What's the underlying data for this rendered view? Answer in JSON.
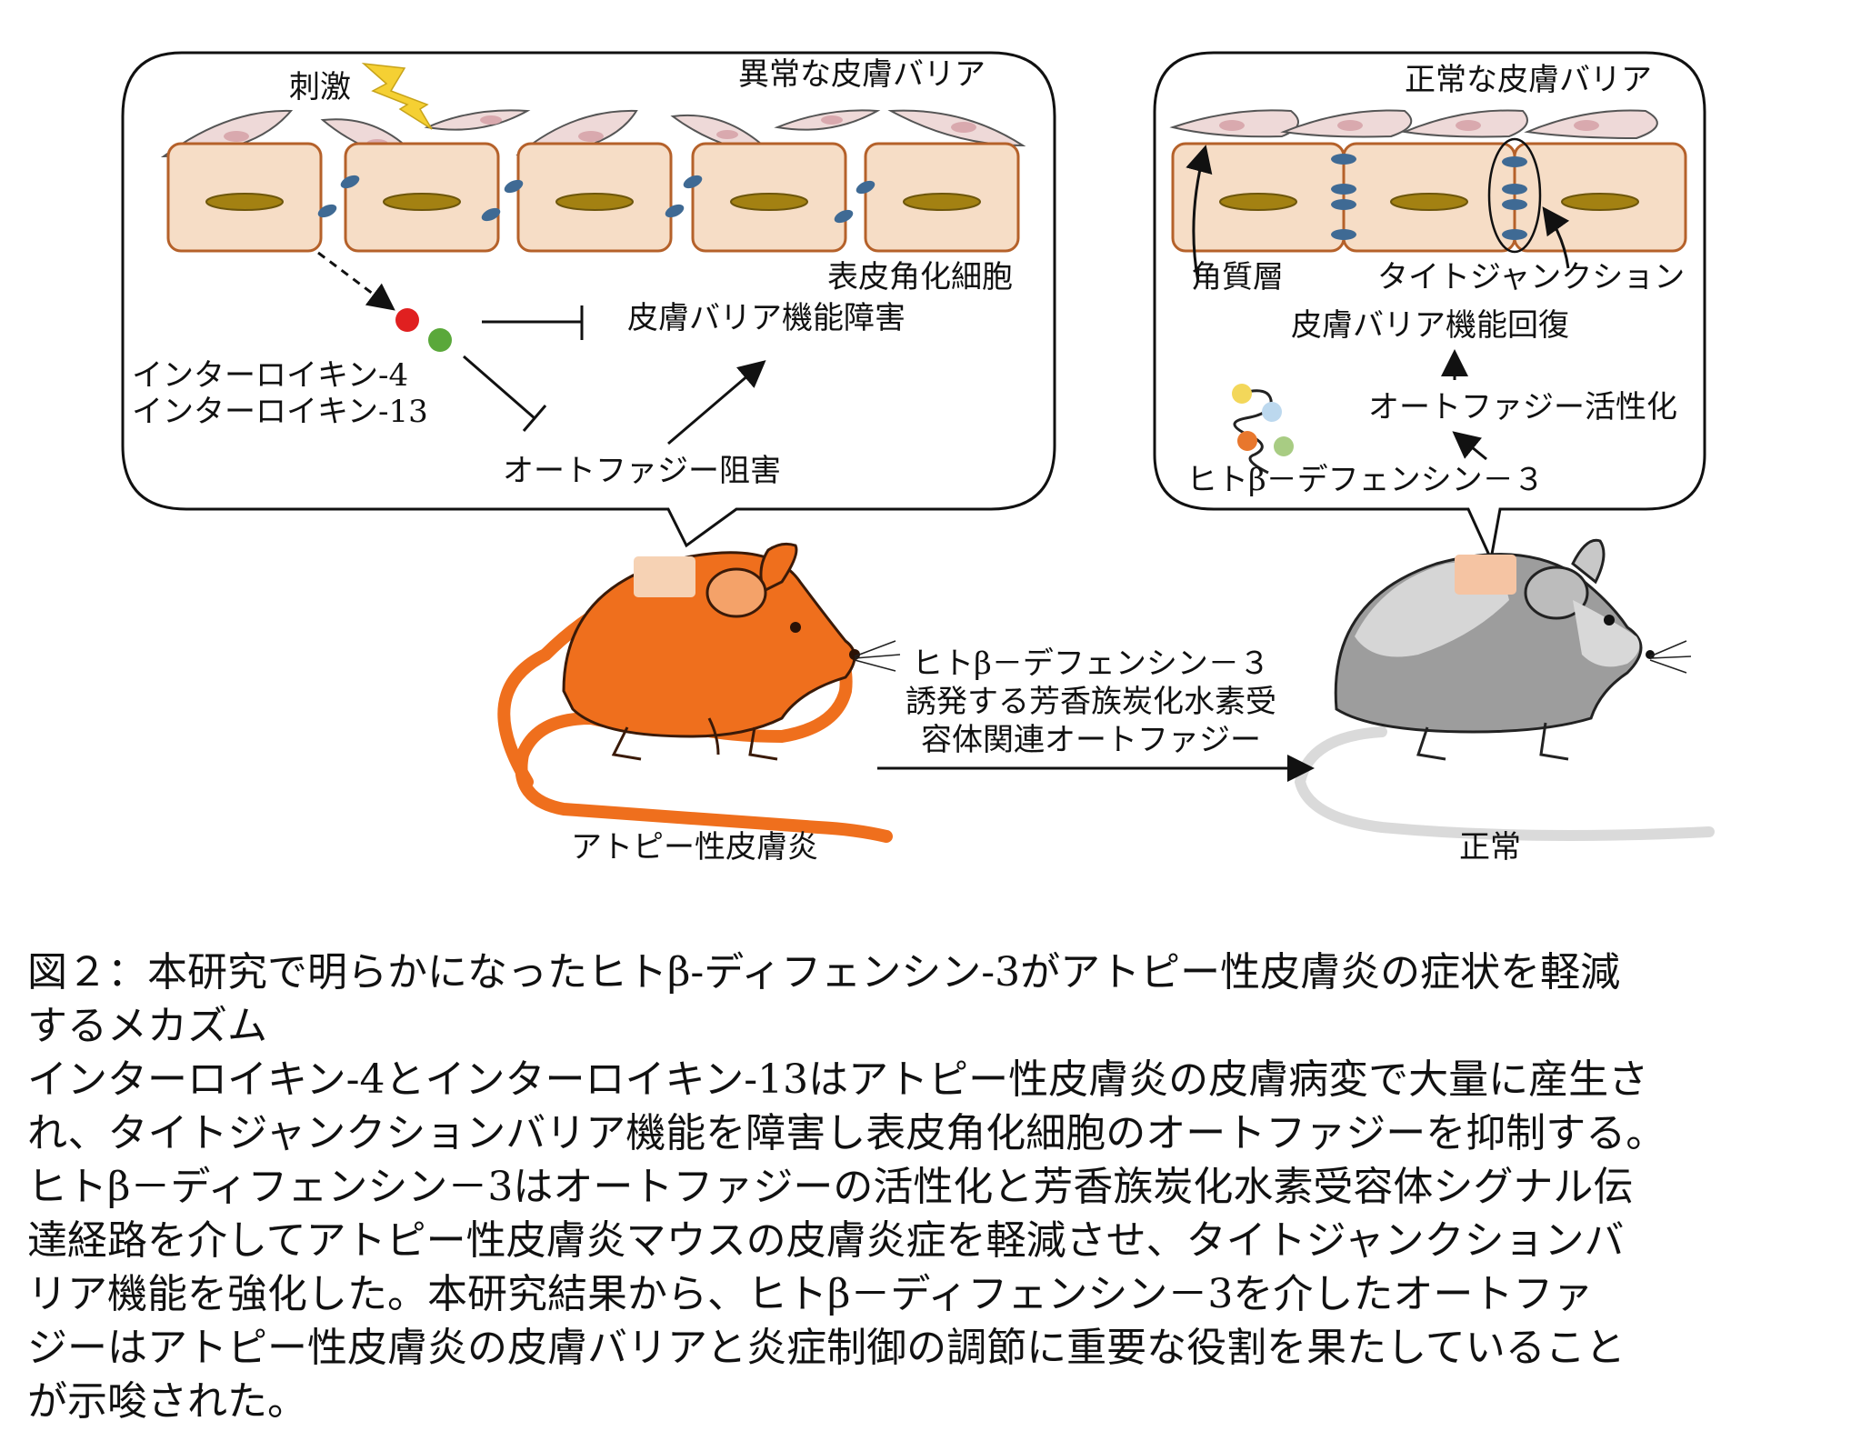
{
  "left_panel": {
    "title": "異常な皮膚バリア",
    "stimulus": "刺激",
    "keratinocyte": "表皮角化細胞",
    "barrier_dysfunction": "皮膚バリア機能障害",
    "il4": "インターロイキン-4",
    "il13": "インターロイキン-13",
    "autophagy_inhibition": "オートファジー阻害"
  },
  "right_panel": {
    "title": "正常な皮膚バリア",
    "stratum_corneum": "角質層",
    "tight_junction": "タイトジャンクション",
    "barrier_recovery": "皮膚バリア機能回復",
    "autophagy_activation": "オートファジー活性化",
    "hbd3": "ヒトβ－デフェンシン－３"
  },
  "middle": {
    "arrow_label_lines": [
      "ヒトβ－デフェンシン－３",
      "誘発する芳香族炭化水素受",
      "容体関連オートファジー"
    ],
    "left_mouse_label": "アトピー性皮膚炎",
    "right_mouse_label": "正常"
  },
  "colors": {
    "cell_fill": "#f6ddc6",
    "cell_border": "#b5612a",
    "nucleus": "#a38112",
    "junction": "#3f6a94",
    "flat_cell": "#eed9d8",
    "orange_mouse": "#ef6f1d",
    "gray_mouse": "#a9a9a9",
    "il4_dot": "#e02020",
    "il13_dot": "#5aa83a"
  },
  "caption_lines": [
    "図２：本研究で明らかになったヒトβ-ディフェンシン-3がアトピー性皮膚炎の症状を軽減",
    "するメカズム",
    "インターロイキン-4とインターロイキン-13はアトピー性皮膚炎の皮膚病変で大量に産生さ",
    "れ、タイトジャンクションバリア機能を障害し表皮角化細胞のオートファジーを抑制する。",
    "ヒトβ－ディフェンシン－3はオートファジーの活性化と芳香族炭化水素受容体シグナル伝",
    "達経路を介してアトピー性皮膚炎マウスの皮膚炎症を軽減させ、タイトジャンクションバ",
    "リア機能を強化した。本研究結果から、ヒトβ－ディフェンシン－3を介したオートファ",
    "ジーはアトピー性皮膚炎の皮膚バリアと炎症制御の調節に重要な役割を果たしていること",
    "が示唆された。"
  ]
}
